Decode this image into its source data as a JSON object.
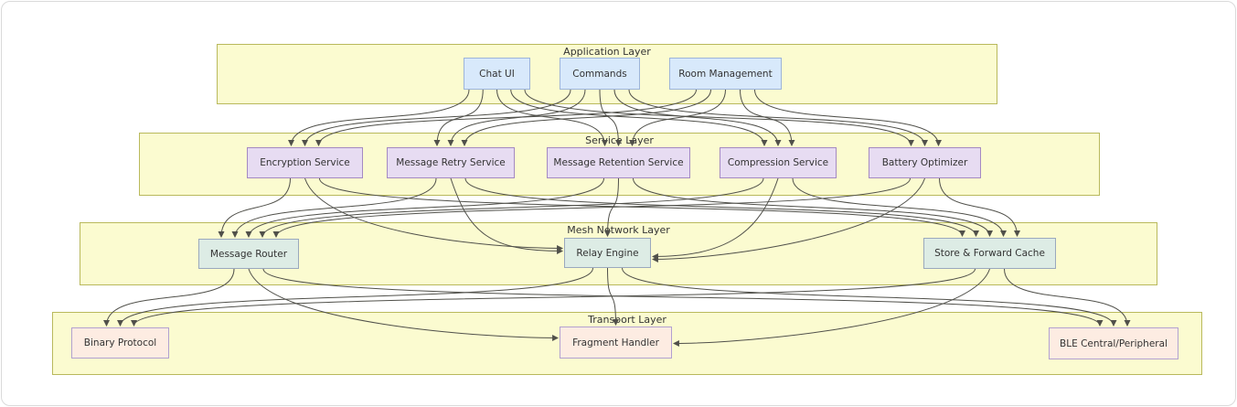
{
  "diagram": {
    "type": "layered-flowchart",
    "direction": "top-down",
    "layers": [
      {
        "id": "application",
        "label": "Application Layer"
      },
      {
        "id": "service",
        "label": "Service Layer"
      },
      {
        "id": "mesh",
        "label": "Mesh Network Layer"
      },
      {
        "id": "transport",
        "label": "Transport Layer"
      }
    ],
    "nodes": {
      "chat_ui": {
        "label": "Chat UI",
        "layer": "application"
      },
      "commands": {
        "label": "Commands",
        "layer": "application"
      },
      "room_management": {
        "label": "Room Management",
        "layer": "application"
      },
      "encryption_service": {
        "label": "Encryption Service",
        "layer": "service"
      },
      "message_retry_service": {
        "label": "Message Retry Service",
        "layer": "service"
      },
      "message_retention_service": {
        "label": "Message Retention Service",
        "layer": "service"
      },
      "compression_service": {
        "label": "Compression Service",
        "layer": "service"
      },
      "battery_optimizer": {
        "label": "Battery Optimizer",
        "layer": "service"
      },
      "message_router": {
        "label": "Message Router",
        "layer": "mesh"
      },
      "relay_engine": {
        "label": "Relay Engine",
        "layer": "mesh"
      },
      "store_forward_cache": {
        "label": "Store & Forward Cache",
        "layer": "mesh"
      },
      "binary_protocol": {
        "label": "Binary Protocol",
        "layer": "transport"
      },
      "fragment_handler": {
        "label": "Fragment Handler",
        "layer": "transport"
      },
      "ble_central_peripheral": {
        "label": "BLE Central/Peripheral",
        "layer": "transport"
      }
    },
    "edges": [
      {
        "from": "chat_ui",
        "to": "encryption_service"
      },
      {
        "from": "chat_ui",
        "to": "message_retry_service"
      },
      {
        "from": "chat_ui",
        "to": "message_retention_service"
      },
      {
        "from": "chat_ui",
        "to": "compression_service"
      },
      {
        "from": "chat_ui",
        "to": "battery_optimizer"
      },
      {
        "from": "commands",
        "to": "encryption_service"
      },
      {
        "from": "commands",
        "to": "message_retry_service"
      },
      {
        "from": "commands",
        "to": "message_retention_service"
      },
      {
        "from": "commands",
        "to": "compression_service"
      },
      {
        "from": "commands",
        "to": "battery_optimizer"
      },
      {
        "from": "room_management",
        "to": "encryption_service"
      },
      {
        "from": "room_management",
        "to": "message_retry_service"
      },
      {
        "from": "room_management",
        "to": "message_retention_service"
      },
      {
        "from": "room_management",
        "to": "compression_service"
      },
      {
        "from": "room_management",
        "to": "battery_optimizer"
      },
      {
        "from": "encryption_service",
        "to": "message_router"
      },
      {
        "from": "encryption_service",
        "to": "relay_engine"
      },
      {
        "from": "encryption_service",
        "to": "store_forward_cache"
      },
      {
        "from": "message_retry_service",
        "to": "message_router"
      },
      {
        "from": "message_retry_service",
        "to": "relay_engine"
      },
      {
        "from": "message_retry_service",
        "to": "store_forward_cache"
      },
      {
        "from": "message_retention_service",
        "to": "message_router"
      },
      {
        "from": "message_retention_service",
        "to": "relay_engine"
      },
      {
        "from": "message_retention_service",
        "to": "store_forward_cache"
      },
      {
        "from": "compression_service",
        "to": "message_router"
      },
      {
        "from": "compression_service",
        "to": "relay_engine"
      },
      {
        "from": "compression_service",
        "to": "store_forward_cache"
      },
      {
        "from": "battery_optimizer",
        "to": "message_router"
      },
      {
        "from": "battery_optimizer",
        "to": "relay_engine"
      },
      {
        "from": "battery_optimizer",
        "to": "store_forward_cache"
      },
      {
        "from": "message_router",
        "to": "binary_protocol"
      },
      {
        "from": "message_router",
        "to": "fragment_handler"
      },
      {
        "from": "message_router",
        "to": "ble_central_peripheral"
      },
      {
        "from": "relay_engine",
        "to": "binary_protocol"
      },
      {
        "from": "relay_engine",
        "to": "fragment_handler"
      },
      {
        "from": "relay_engine",
        "to": "ble_central_peripheral"
      },
      {
        "from": "store_forward_cache",
        "to": "binary_protocol"
      },
      {
        "from": "store_forward_cache",
        "to": "fragment_handler"
      },
      {
        "from": "store_forward_cache",
        "to": "ble_central_peripheral"
      }
    ],
    "colors": {
      "layer_fill": "#fbfbd0",
      "layer_border": "#b9b95c",
      "application_fill": "#d8e9fb",
      "application_border": "#9db4d9",
      "service_fill": "#e7dcf2",
      "service_border": "#a489c2",
      "mesh_fill": "#ddece5",
      "mesh_border": "#9aa8bd",
      "transport_fill": "#fdece2",
      "transport_border": "#b2a1d0",
      "edge": "#50504a",
      "text": "#333333",
      "background": "#ffffff"
    }
  }
}
